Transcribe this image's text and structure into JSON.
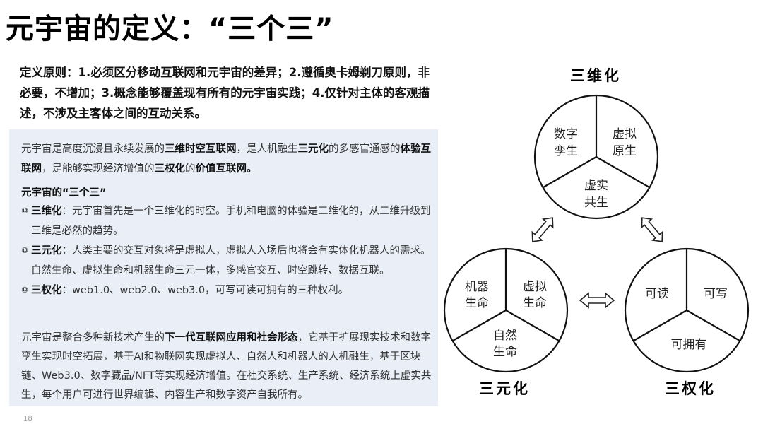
{
  "title": "元宇宙的定义：“三个三”",
  "principles": "定义原则：1.必须区分移动互联网和元宇宙的差异；2.遵循奥卡姆剃刀原则，非必要，不增加；3.概念能够覆盖现有所有的元宇宙实践；4.仅针对主体的客观描述，不涉及主客体之间的互动关系。",
  "intro": {
    "t1": "元宇宙是高度沉浸且永续发展的",
    "b1": "三维时空互联网",
    "t2": "，是人机融生",
    "b2": "三元化",
    "t3": "的多感官通感的",
    "b3": "体验互联网",
    "t4": "，是能够实现经济增值的",
    "b4": "三权化",
    "t5": "的",
    "b5": "价值互联网。"
  },
  "three_threes": {
    "title": "元宇宙的“三个三”",
    "bullet_mark": "⑩",
    "items": [
      {
        "term": "三维化",
        "text": "：元宇宙首先是一个三维化的时空。手机和电脑的体验是二维化的，从二维升级到三维是必然的趋势。"
      },
      {
        "term": "三元化",
        "text": "：人类主要的交互对象将是虚拟人，虚拟人入场后也将会有实体化机器人的需求。自然生命、虚拟生命和机器生命三元一体，多感官交互、时空跳转、数据互联。"
      },
      {
        "term": "三权化",
        "text": "：web1.0、web2.0、web3.0，可写可读可拥有的三种权利。"
      }
    ]
  },
  "summary": {
    "t1": "元宇宙是整合多种新技术产生的",
    "b1": "下一代互联网应用和社会形态",
    "t2": "，它基于扩展现实技术和数字孪生实现时空拓展，基于AI和物联网实现虚拟人、自然人和机器人的人机融生，基于区块链、Web3.0、数字藏品/NFT等实现经济增值。在社交系统、生产系统、经济系统上虚实共生，每个用户可进行世界编辑、内容生产和数字资产自我所有。"
  },
  "page_number": "18",
  "diagram": {
    "top": {
      "title": "三维化",
      "segments": [
        {
          "line1": "数字",
          "line2": "孪生"
        },
        {
          "line1": "虚拟",
          "line2": "原生"
        },
        {
          "line1": "虚实",
          "line2": "共生"
        }
      ]
    },
    "left": {
      "title": "三元化",
      "segments": [
        {
          "line1": "机器",
          "line2": "生命"
        },
        {
          "line1": "虚拟",
          "line2": "生命"
        },
        {
          "line1": "自然",
          "line2": "生命"
        }
      ]
    },
    "right": {
      "title": "三权化",
      "segments": [
        {
          "line1": "可读"
        },
        {
          "line1": "可写"
        },
        {
          "line1": "可拥有"
        }
      ]
    }
  },
  "colors": {
    "box_background": "#e9eef7",
    "text": "#333333",
    "heading": "#000000"
  }
}
